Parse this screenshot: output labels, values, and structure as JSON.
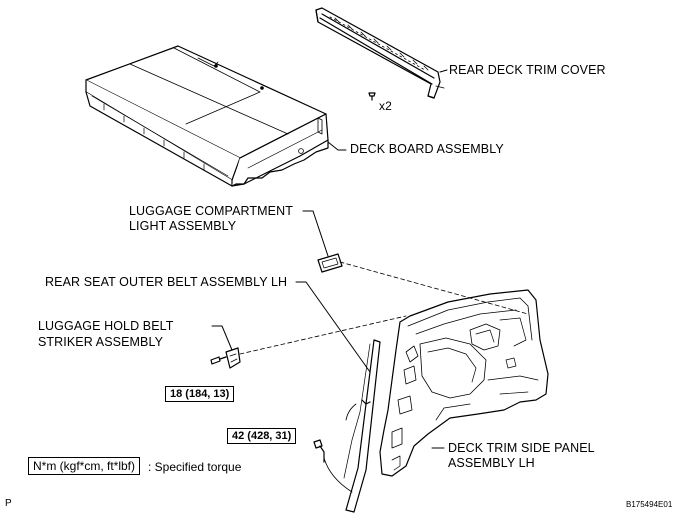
{
  "labels": {
    "rear_deck_trim_cover": "REAR DECK TRIM COVER",
    "x2": "x2",
    "deck_board_assembly": "DECK BOARD ASSEMBLY",
    "luggage_light_line1": "LUGGAGE COMPARTMENT",
    "luggage_light_line2": "LIGHT ASSEMBLY",
    "rear_seat_belt": "REAR SEAT OUTER BELT ASSEMBLY LH",
    "luggage_hold_line1": "LUGGAGE HOLD BELT",
    "luggage_hold_line2": "STRIKER ASSEMBLY",
    "deck_trim_side_line1": "DECK TRIM SIDE PANEL",
    "deck_trim_side_line2": "ASSEMBLY LH"
  },
  "torque": {
    "striker": "18 (184, 13)",
    "belt": "42 (428, 31)"
  },
  "legend": {
    "box": "N*m (kgf*cm, ft*lbf)",
    "text": ": Specified torque"
  },
  "footer": {
    "page_mark": "P",
    "figure_id": "B175494E01"
  }
}
